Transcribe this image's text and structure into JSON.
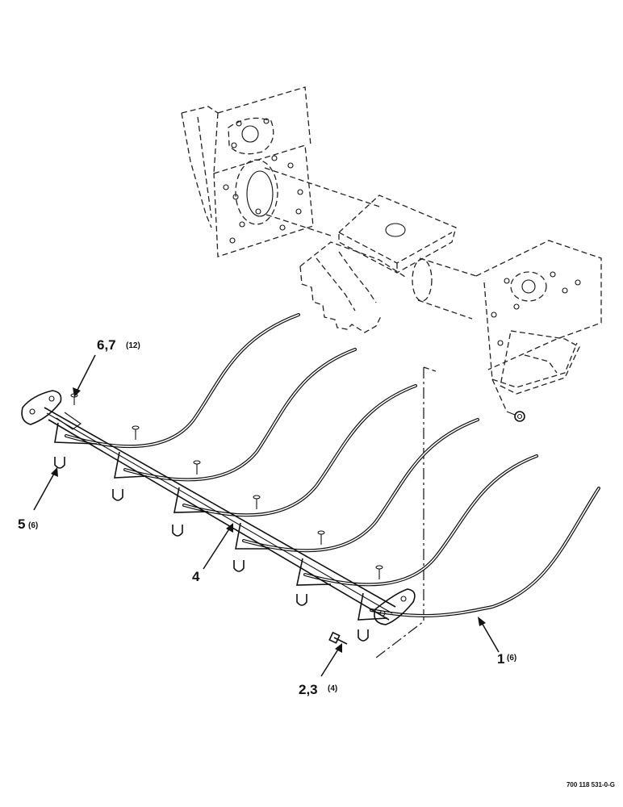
{
  "callouts": [
    {
      "id": "part-1",
      "number": "1",
      "qty": "(6)",
      "name": "tine"
    },
    {
      "id": "part-2-3",
      "number": "2,3",
      "qty": "(4)",
      "name": "bolt-and-nut"
    },
    {
      "id": "part-4",
      "number": "4",
      "qty": "",
      "name": "tine-bar"
    },
    {
      "id": "part-5",
      "number": "5",
      "qty": "(6)",
      "name": "u-bolt"
    },
    {
      "id": "part-6-7",
      "number": "6,7",
      "qty": "(12)",
      "name": "washer-and-nut"
    }
  ],
  "reference_number": "700 118 531-0-G"
}
